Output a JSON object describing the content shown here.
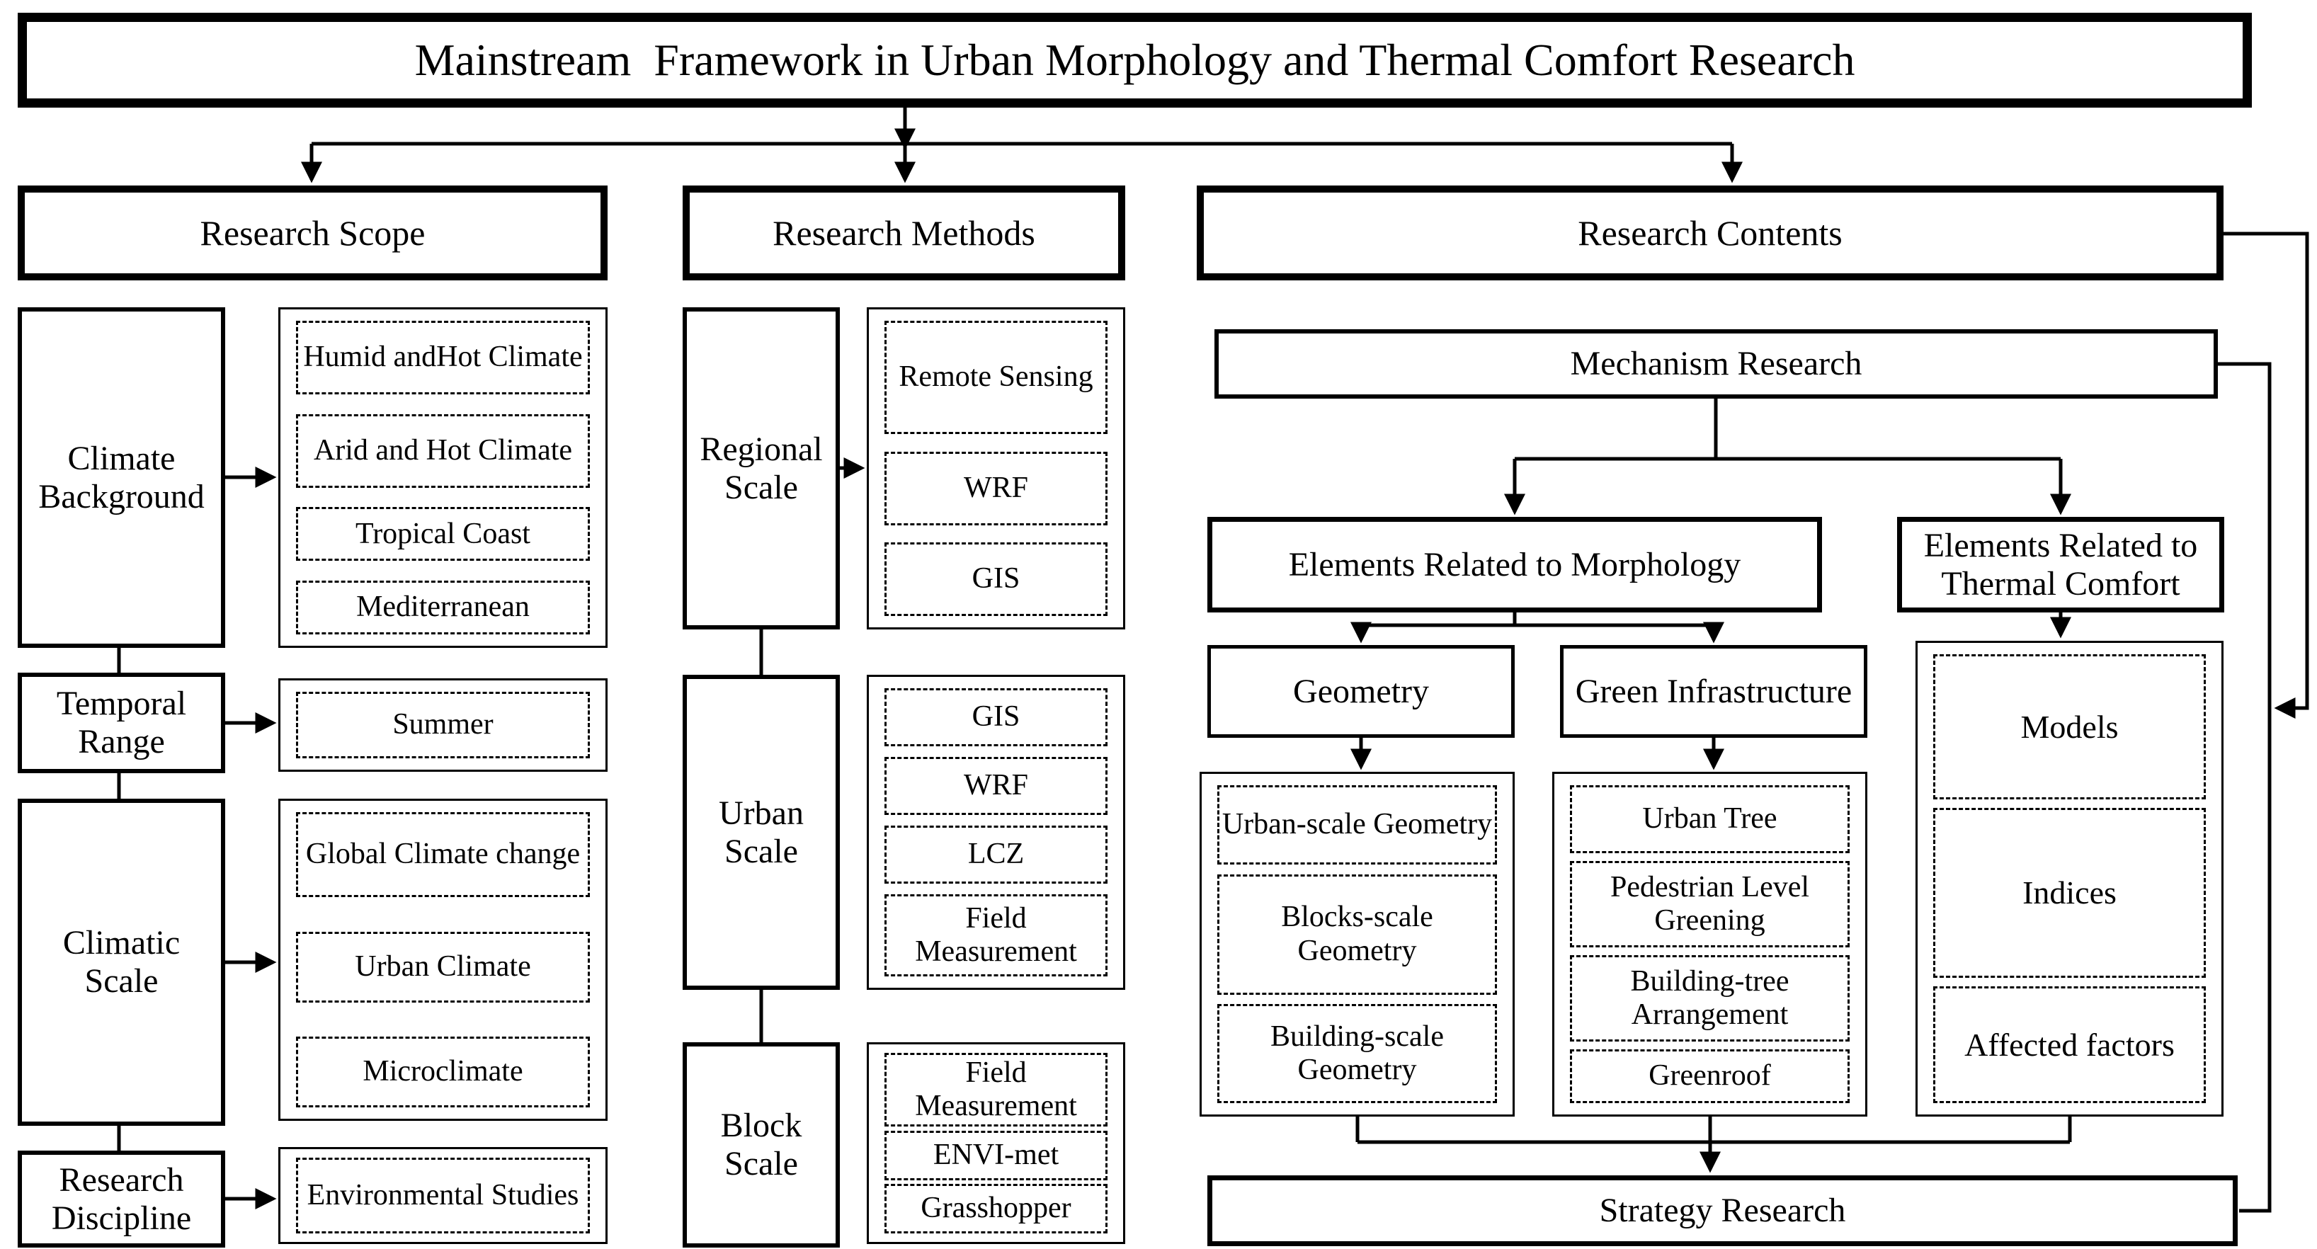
{
  "title": "Mainstream  Framework in Urban Morphology and Thermal Comfort Research",
  "scope": {
    "header": "Research Scope",
    "rows": [
      {
        "label": "Climate Background",
        "items": [
          "Humid andHot Climate",
          "Arid and Hot Climate",
          "Tropical Coast",
          "Mediterranean"
        ]
      },
      {
        "label": "Temporal Range",
        "items": [
          "Summer"
        ]
      },
      {
        "label": "Climatic Scale",
        "items": [
          "Global Climate change",
          "Urban Climate",
          "Microclimate"
        ]
      },
      {
        "label": "Research Discipline",
        "items": [
          "Environmental Studies"
        ]
      }
    ]
  },
  "methods": {
    "header": "Research Methods",
    "rows": [
      {
        "label": "Regional Scale",
        "items": [
          "Remote Sensing",
          "WRF",
          "GIS"
        ]
      },
      {
        "label": "Urban Scale",
        "items": [
          "GIS",
          "WRF",
          "LCZ",
          "Field Measurement"
        ]
      },
      {
        "label": "Block Scale",
        "items": [
          "Field Measurement",
          "ENVI-met",
          "Grasshopper"
        ]
      }
    ]
  },
  "contents": {
    "header": "Research Contents",
    "mechanism": "Mechanism Research",
    "morphology": "Elements Related to Morphology",
    "thermal": "Elements Related to Thermal Comfort",
    "geometry": {
      "label": "Geometry",
      "items": [
        "Urban-scale Geometry",
        "Blocks-scale Geometry",
        "Building-scale Geometry"
      ]
    },
    "green": {
      "label": "Green Infrastructure",
      "items": [
        "Urban Tree",
        "Pedestrian Level Greening",
        "Building-tree Arrangement",
        "Greenroof"
      ]
    },
    "comfort_items": [
      "Models",
      "Indices",
      "Affected factors"
    ],
    "strategy": "Strategy Research"
  },
  "colors": {
    "ink": "#000000",
    "paper": "#ffffff"
  }
}
